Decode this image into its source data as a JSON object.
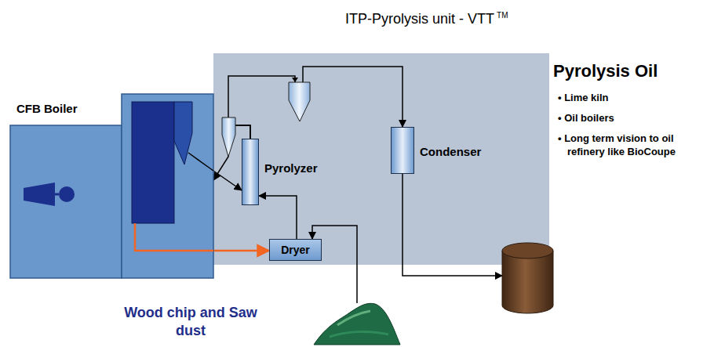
{
  "diagram": {
    "title": "ITP-Pyrolysis unit - VTT",
    "nodes": [
      {
        "text": [
          "CFB Boiler"
        ]
      },
      {
        "text": [
          "Pyrolyzer"
        ]
      },
      {
        "text": [
          "Condenser"
        ]
      },
      {
        "text": [
          "Dryer"
        ]
      },
      {
        "text": [
          "Wood chip and Saw dust"
        ]
      },
      {
        "text": [
          "Pyrolysis Oil",
          "• Lime kiln",
          "• Oil boilers",
          "• Long term vision to oil refinery like BioCoupe"
        ]
      }
    ],
    "edges": [
      {
        "from": 0,
        "to": 1,
        "arrow": "to"
      },
      {
        "from": 1,
        "to": 0,
        "arrow": "to"
      },
      {
        "from": 1,
        "to": 2,
        "arrow": "to"
      },
      {
        "from": 2,
        "to": 5,
        "arrow": "to"
      },
      {
        "from": 0,
        "to": 3,
        "arrow": "to"
      },
      {
        "from": 4,
        "to": 3,
        "arrow": "to"
      },
      {
        "from": 3,
        "to": 1,
        "arrow": "to"
      }
    ],
    "labels": [
      "TM"
    ]
  }
}
